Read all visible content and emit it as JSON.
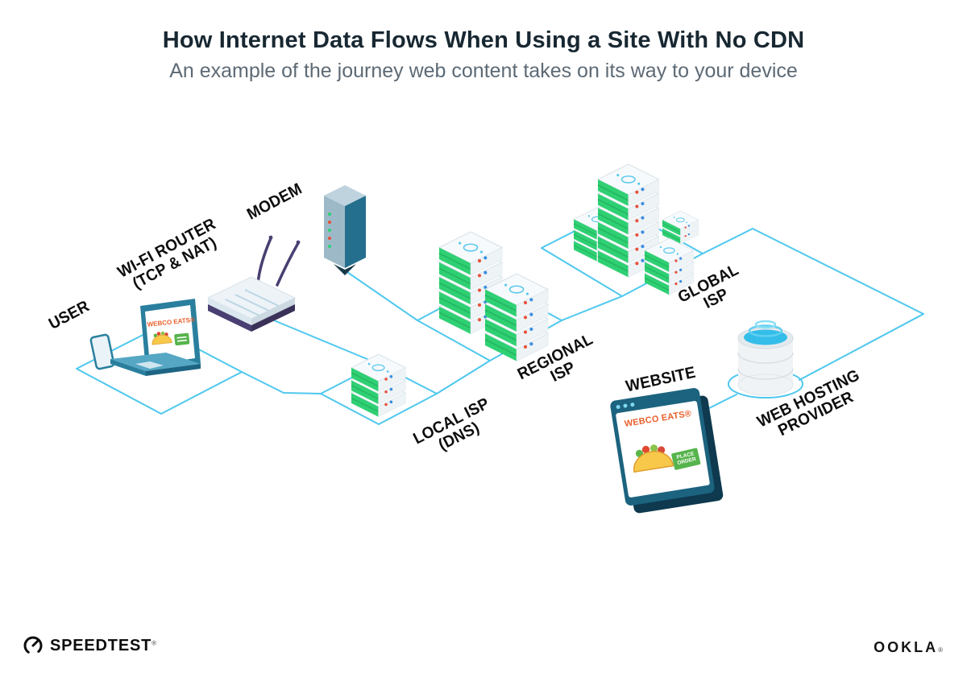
{
  "header": {
    "title": "How Internet Data Flows When Using a Site With No CDN",
    "subtitle": "An example of the journey web content takes on its way to your device"
  },
  "labels": {
    "user": "USER",
    "wifi_router": "WI-FI ROUTER\n(TCP & NAT)",
    "modem": "MODEM",
    "local_isp": "LOCAL ISP\n(DNS)",
    "regional_isp": "REGIONAL\nISP",
    "global_isp": "GLOBAL\nISP",
    "website": "WEBSITE",
    "web_hosting": "WEB HOSTING\nPROVIDER"
  },
  "laptop_screen": {
    "site_name": "WEBCO EATS®"
  },
  "website_window": {
    "site_name": "WEBCO EATS®",
    "order_button": "PLACE\nORDER"
  },
  "footer": {
    "speedtest": "SPEEDTEST",
    "speedtest_mark": "®",
    "ookla": "OOKLA",
    "ookla_mark": "®"
  },
  "icons": {
    "speedtest_gauge": "gauge-icon",
    "browser_dots": "window-control-dots-icon",
    "taco": "taco-icon",
    "servers": "server-stack-icon",
    "database": "database-cylinder-icon"
  },
  "colors": {
    "line": "#4fc8ee",
    "teal": "#2a7f9e",
    "dark_teal": "#14506b",
    "server_green": "#2fd073",
    "orange": "#e8622d",
    "button_green": "#56b44c",
    "title": "#182832",
    "subtitle": "#5d6a75",
    "label": "#0d0d0d"
  }
}
